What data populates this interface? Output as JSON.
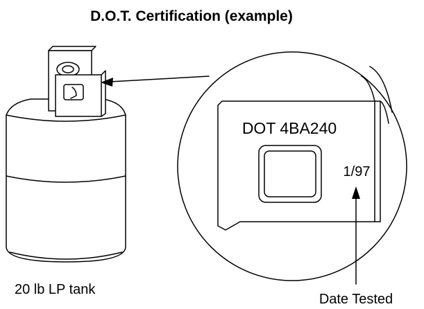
{
  "title": "D.O.T. Certification (example)",
  "stamp_text": "DOT 4BA240",
  "date_text": "1/97",
  "tank_label": "20 lb LP tank",
  "date_label": "Date Tested"
}
